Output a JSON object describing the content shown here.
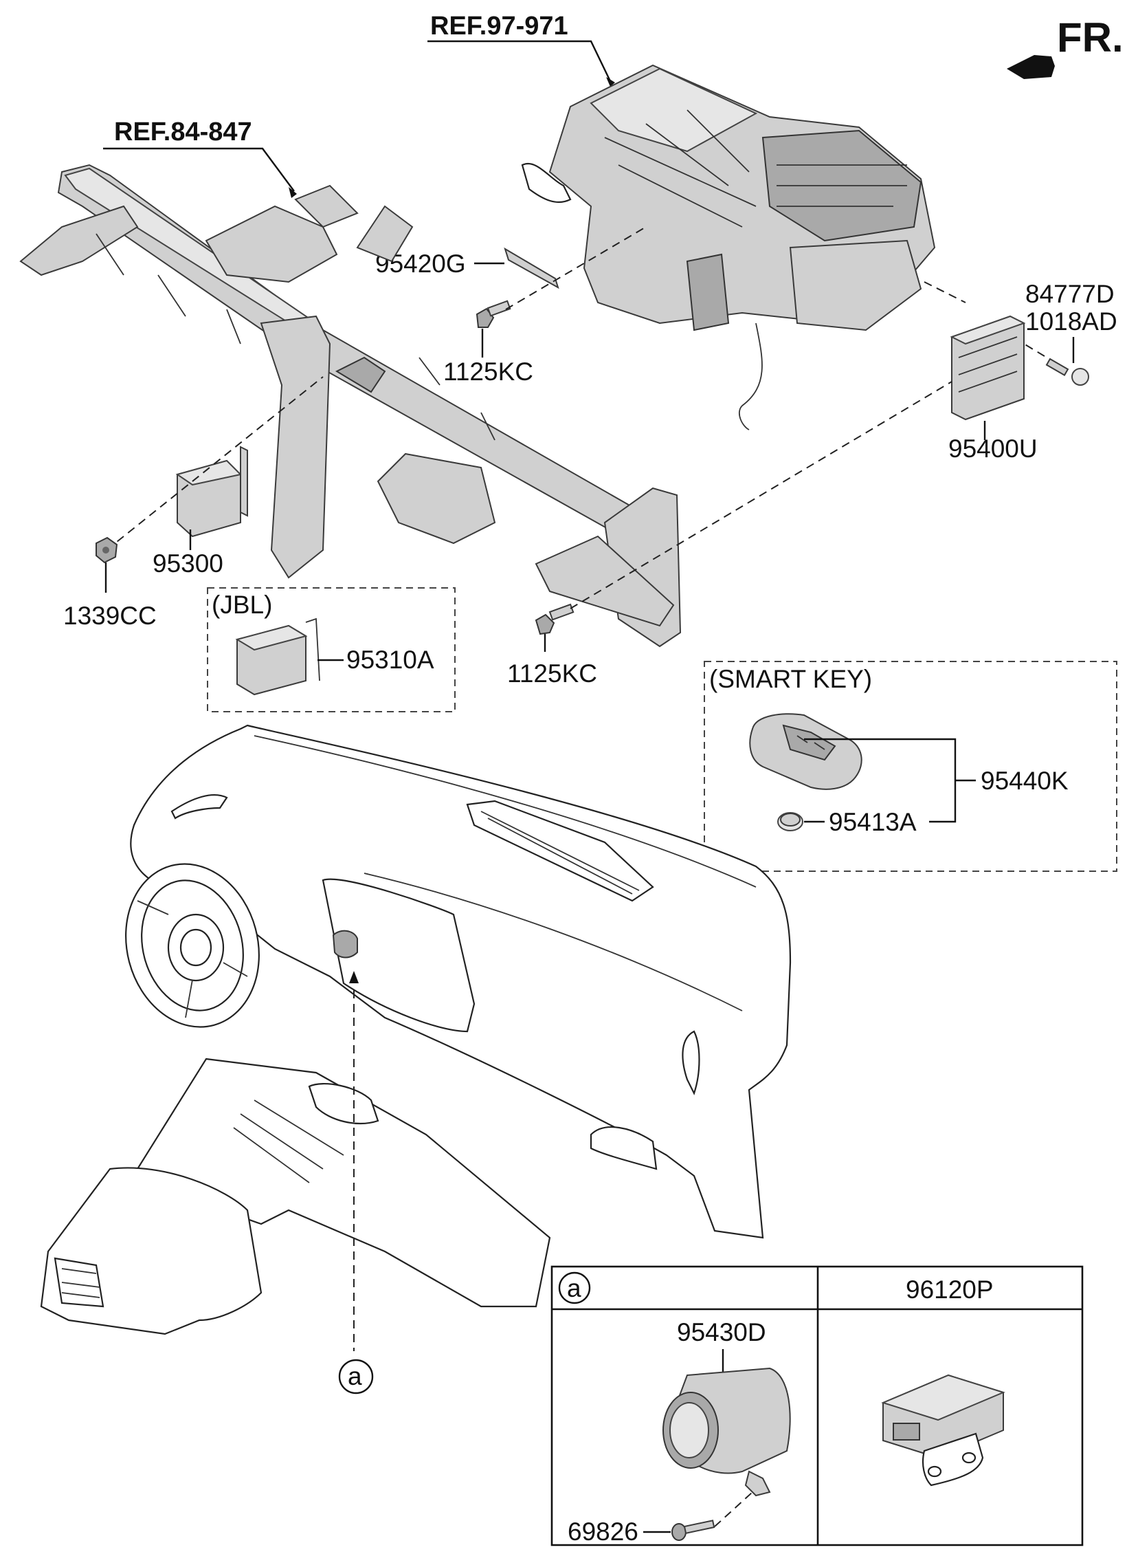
{
  "direction": {
    "label": "FR."
  },
  "references": {
    "hvac_ref": "REF.97-971",
    "cowl_ref": "REF.84-847"
  },
  "parts": {
    "bracket_95420G": "95420G",
    "bolt_upper": "1125KC",
    "screw_84777D": "84777D",
    "screw_1018AD": "1018AD",
    "module_95400U": "95400U",
    "module_95300": "95300",
    "nut_1339CC": "1339CC",
    "bolt_lower": "1125KC",
    "amp_95310A": "95310A",
    "smart_key_95440K": "95440K",
    "battery_95413A": "95413A"
  },
  "groups": {
    "jbl": "(JBL)",
    "smart_key": "(SMART KEY)"
  },
  "callout": {
    "marker": "a"
  },
  "detail_table": {
    "left_header_marker": "a",
    "right_header": "96120P",
    "left_part": "95430D",
    "left_screw": "69826"
  }
}
